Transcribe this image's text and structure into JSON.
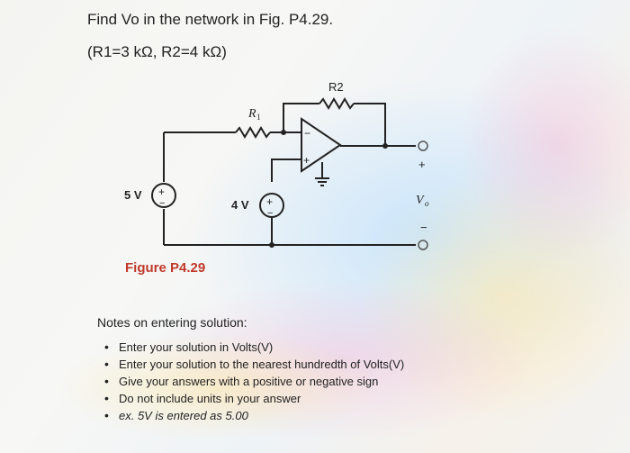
{
  "question": "Find Vo in the network in Fig. P4.29.",
  "given": "(R1=3 kΩ, R2=4 kΩ)",
  "figure": {
    "caption": "Figure P4.29",
    "r1_label": "R",
    "r1_sub": "1",
    "r2_label": "R2",
    "source_left_label": "5 V",
    "source_mid_label": "4 V",
    "plus_sign": "+",
    "minus_sign": "−",
    "vo_label": "V",
    "vo_sub": "o"
  },
  "notes": {
    "title": "Notes on entering solution:",
    "items": [
      "Enter your solution in Volts(V)",
      "Enter your solution to the nearest hundredth of Volts(V)",
      "Give your answers with a positive or negative sign",
      "Do not include units in your answer",
      "ex. 5V is entered as 5.00"
    ]
  }
}
